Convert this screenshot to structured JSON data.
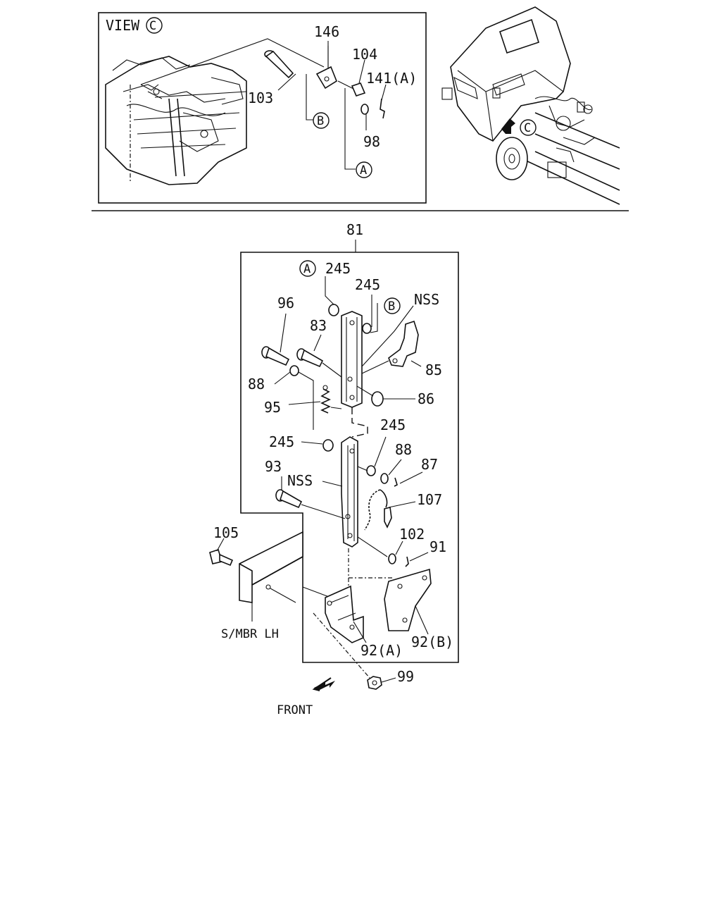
{
  "view": {
    "title": "VIEW",
    "view_ref": "C"
  },
  "refs": {
    "a": "A",
    "b": "B",
    "c": "C"
  },
  "callouts": {
    "p146": "146",
    "p104": "104",
    "p141a": "141(A)",
    "p103": "103",
    "p98": "98",
    "p81": "81",
    "p245_a": "245",
    "p245_b": "245",
    "p245_c": "245",
    "p245_d": "245",
    "nss_top": "NSS",
    "nss_mid": "NSS",
    "p96": "96",
    "p83": "83",
    "p85": "85",
    "p88_a": "88",
    "p88_b": "88",
    "p86": "86",
    "p95": "95",
    "p93": "93",
    "p87": "87",
    "p107": "107",
    "p105": "105",
    "p102": "102",
    "p91": "91",
    "smbr": "S/MBR LH",
    "p92a": "92(A)",
    "p92b": "92(B)",
    "p99": "99",
    "front": "FRONT"
  }
}
